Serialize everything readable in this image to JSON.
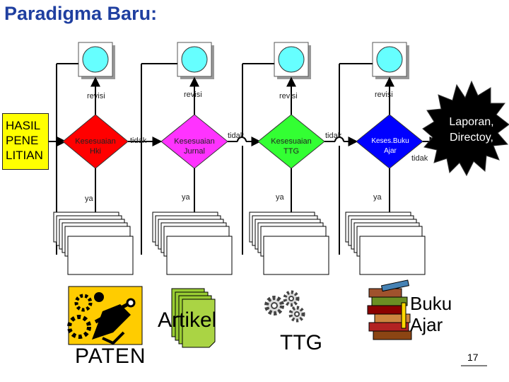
{
  "title": "Paradigma Baru:",
  "input_box": "HASIL\nPENE\nLITIAN",
  "stages": [
    {
      "decision": "Kesesuaian\nHki",
      "revisi": "revisi",
      "ya": "ya",
      "tidak": "tidak",
      "color": "#ff0000"
    },
    {
      "decision": "Kesesuaian\nJurnal",
      "revisi": "revisi",
      "ya": "ya",
      "tidak": "tidak",
      "color": "#ff33ff"
    },
    {
      "decision": "Kesesuaian\nTTG",
      "revisi": "revisi",
      "ya": "ya",
      "tidak": "tidak",
      "color": "#33ff33"
    },
    {
      "decision": "Keses.Buku\nAjar",
      "revisi": "revisi",
      "ya": "ya",
      "tidak": "tidak",
      "color": "#0000ff"
    }
  ],
  "burst": "Laporan,\nDirectoy,",
  "outputs": {
    "paten": "PATEN",
    "artikel": "Artikel",
    "ttg": "TTG",
    "buku": "Buku\nAjar"
  },
  "page_number": "17",
  "colors": {
    "circle": "#66ffff",
    "box": "#ffff00",
    "title": "#1f3fa0",
    "burst": "#000000",
    "artikel_doc": "#99cc33",
    "paten_bg": "#ffcc00"
  }
}
